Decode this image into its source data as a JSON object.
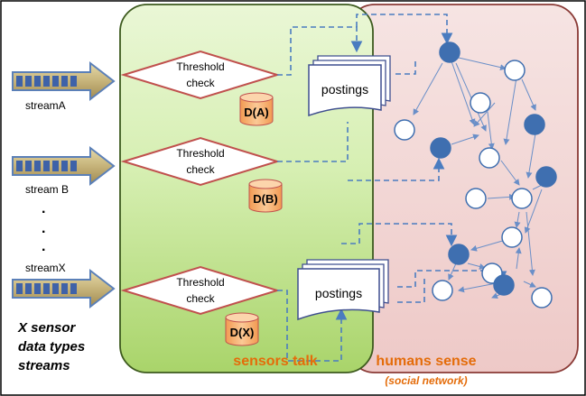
{
  "streams": [
    {
      "label": "streamA"
    },
    {
      "label": "stream B"
    },
    {
      "label": "streamX"
    }
  ],
  "ellipsis": [
    ".",
    ".",
    "."
  ],
  "threshold": {
    "line1": "Threshold",
    "line2": "check"
  },
  "databases": [
    "D(A)",
    "D(B)",
    "D(X)"
  ],
  "postings": [
    "postings",
    "postings"
  ],
  "sensor_types_caption": [
    "X sensor",
    "data types",
    "streams"
  ],
  "sensors_label": "sensors talk",
  "humans_label": "humans sense",
  "social_label": "(social network)",
  "colors": {
    "sensor_panel_top": "#d9f0b8",
    "sensor_panel_bottom": "#b6dc7c",
    "human_panel": "#f2dcdb",
    "node_filled": "#3f6fb0",
    "node_outline": "#3f6fb0",
    "arrow_dash": "#4a7cc0",
    "db_fill": "#f8b97a",
    "orange_label": "#e46c0a"
  }
}
